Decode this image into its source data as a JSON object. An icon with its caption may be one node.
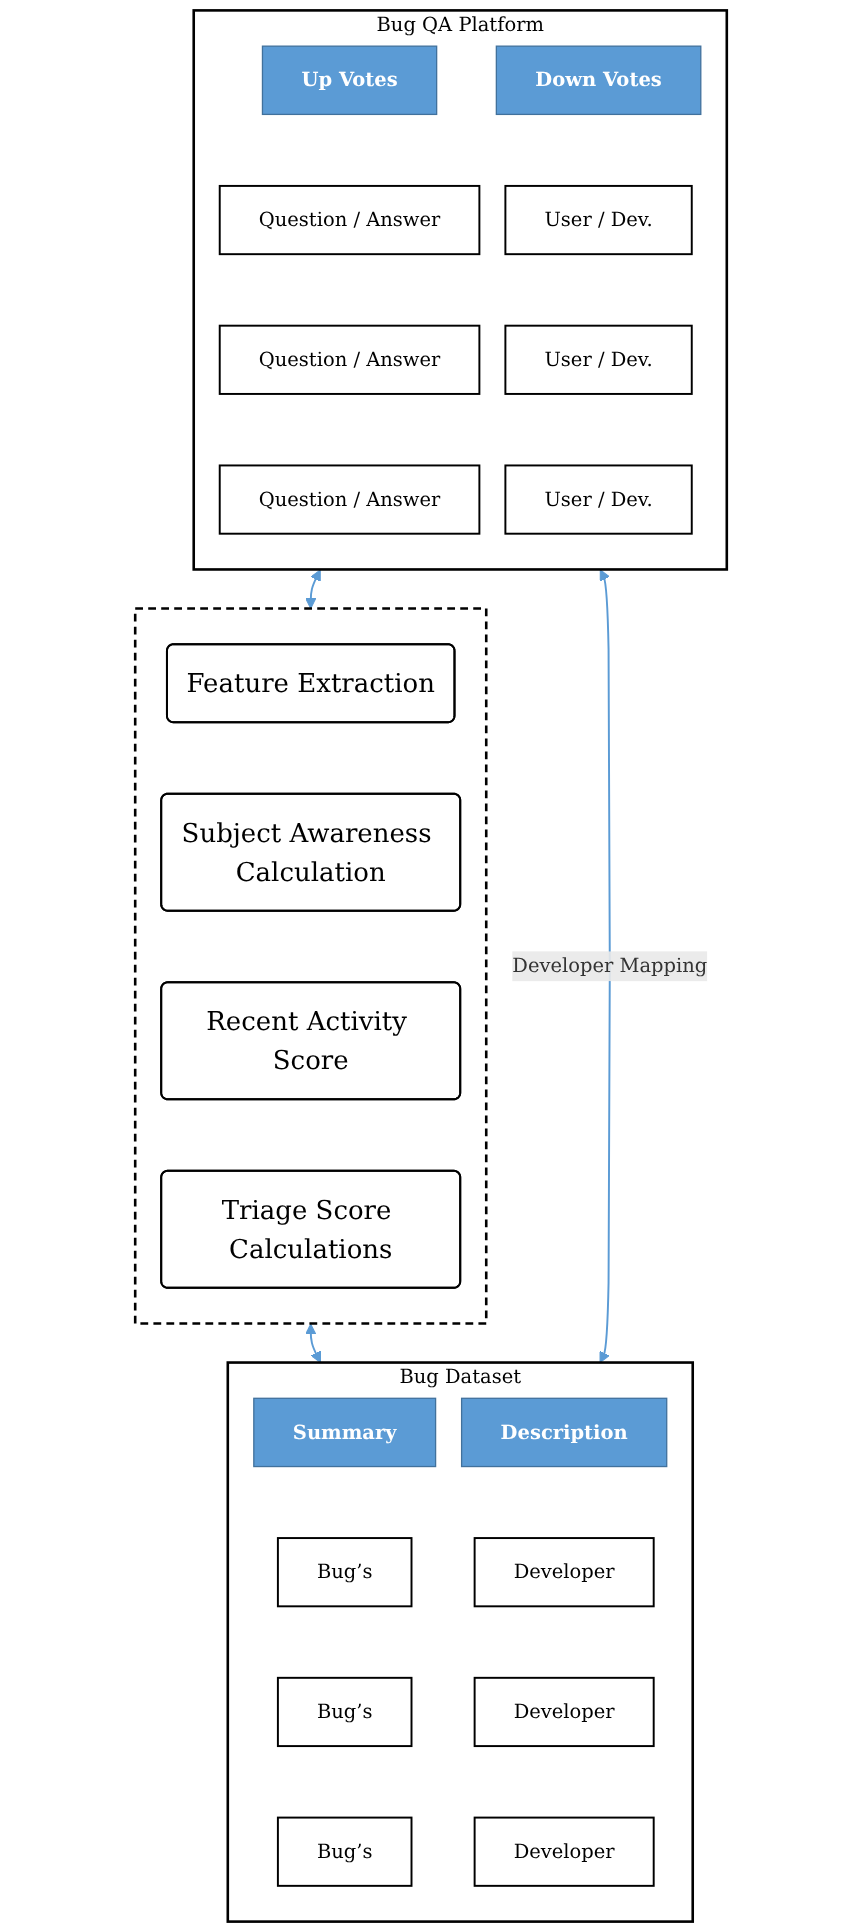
{
  "diagram": {
    "nodes": [
      {
        "text": [
          "Bug QA Platform"
        ]
      },
      {
        "text": [
          "Up Votes"
        ],
        "in": 0
      },
      {
        "text": [
          "Down Votes"
        ],
        "in": 0
      },
      {
        "text": [
          "Question / Answer"
        ],
        "in": 0
      },
      {
        "text": [
          "User / Dev."
        ],
        "in": 0
      },
      {
        "text": [
          "Question / Answer"
        ],
        "in": 0
      },
      {
        "text": [
          "User / Dev."
        ],
        "in": 0
      },
      {
        "text": [
          "Question / Answer"
        ],
        "in": 0
      },
      {
        "text": [
          "User / Dev."
        ],
        "in": 0
      },
      {
        "text": [],
        "shape": "box"
      },
      {
        "text": [
          "Feature Extraction"
        ],
        "in": 9
      },
      {
        "text": [
          "Subject Awareness Calculation"
        ],
        "in": 9
      },
      {
        "text": [
          "Recent Activity Score"
        ],
        "in": 9
      },
      {
        "text": [
          "Triage Score Calculations"
        ],
        "in": 9
      },
      {
        "text": [
          "Bug Dataset"
        ]
      },
      {
        "text": [
          "Summary"
        ],
        "in": 14
      },
      {
        "text": [
          "Description"
        ],
        "in": 14
      },
      {
        "text": [
          "Bug’s"
        ],
        "in": 14
      },
      {
        "text": [
          "Developer"
        ],
        "in": 14
      },
      {
        "text": [
          "Bug’s"
        ],
        "in": 14
      },
      {
        "text": [
          "Developer"
        ],
        "in": 14
      },
      {
        "text": [
          "Bug’s"
        ],
        "in": 14
      },
      {
        "text": [
          "Developer"
        ],
        "in": 14
      }
    ],
    "edges": [
      {
        "from": 0,
        "to": 9,
        "arrow": "both"
      },
      {
        "from": 9,
        "to": 14,
        "arrow": "both"
      },
      {
        "from": 14,
        "to": 0,
        "arrow": "both",
        "label": "Developer Mapping"
      }
    ]
  }
}
